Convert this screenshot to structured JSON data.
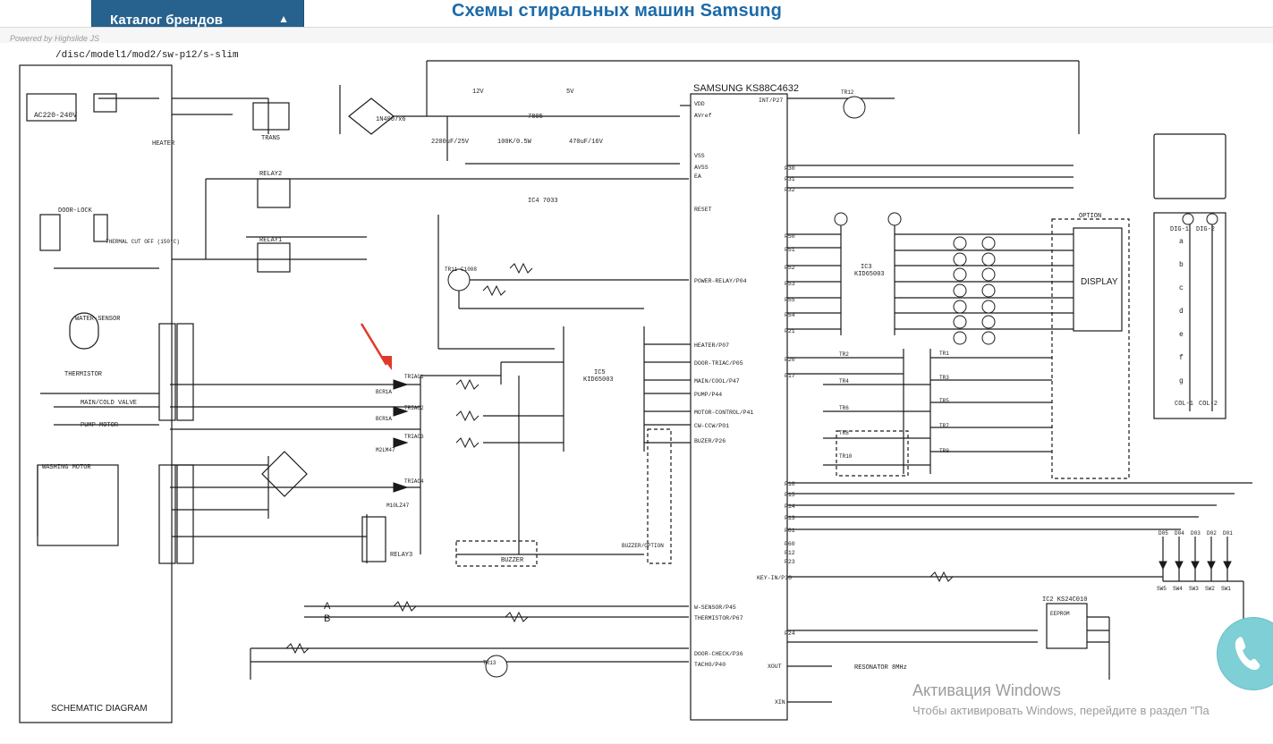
{
  "header": {
    "brand_tab_label": "Каталог брендов",
    "page_title": "Схемы стиральных машин Samsung"
  },
  "viewer": {
    "powered_by": "Powered by Highslide JS"
  },
  "schematic": {
    "path": "/disc/model1/mod2/sw-p12/s-slim",
    "chip_title": "SAMSUNG KS88C4632",
    "diagram_label": "SCHEMATIC DIAGRAM",
    "power_label": "AC220-240V",
    "display_label": "DISPLAY",
    "option_label": "OPTION",
    "heater": "HEATER",
    "door_lock": "DOOR-LOCK",
    "thermal": "THERMAL CUT OFF (150°C)",
    "water_sensor": "WATER-SENSOR",
    "thermistor": "THERMISTOR",
    "main_valve": "MAIN/COLD VALVE",
    "pump_motor": "PUMP-MOTOR",
    "washing_motor": "WASHING MOTOR",
    "relay1": "RELAY1",
    "relay2": "RELAY2",
    "relay3": "RELAY3",
    "trans": "TRANS",
    "ic3": "IC3",
    "ic3_part": "KID65003",
    "ic5": "IC5",
    "ic5_part": "KID65003",
    "ic4": "IC4 7033",
    "ic2": "IC2 KS24C010",
    "eeprom": "EEPROM",
    "resonator": "RESONATOR 8MHz",
    "buzzer": "BUZZER",
    "buzzer_option": "BUZZER/OPTION",
    "dig1": "DIG-1",
    "dig2": "DIG-2",
    "col1": "COL-1",
    "col2": "COL-2",
    "seg_letters": [
      "a",
      "b",
      "c",
      "d",
      "e",
      "f",
      "g"
    ],
    "pins_right": [
      "HEATER/P07",
      "DOOR-TRIAC/P05",
      "MAIN/COOL/P47",
      "PUMP/P44",
      "MOTOR-CONTROL/P41",
      "CW-CCW/P01",
      "BUZER/P26",
      "POWER-RELAY/P04",
      "RESET",
      "W-SENSOR/P45",
      "THERMISTOR/P67",
      "DOOR-CHECK/P36",
      "TACHO/P40",
      "KEY-IN/P36"
    ],
    "pins_left": [
      "VDD",
      "AVref",
      "VSS",
      "AVSS",
      "EA",
      "INT/P27",
      "XOUT",
      "XIN"
    ],
    "ports": [
      "P30",
      "P31",
      "P32",
      "P50",
      "P51",
      "P52",
      "P53",
      "P55",
      "P54",
      "P21",
      "P20",
      "P17",
      "P16",
      "P15",
      "P14",
      "P13",
      "P61",
      "P60",
      "P12",
      "P23",
      "P24"
    ],
    "switches": [
      "SW5",
      "SW4",
      "SW3",
      "SW2",
      "SW1"
    ],
    "diodes": [
      "D05",
      "D04",
      "D03",
      "D02",
      "D01"
    ],
    "triacs": [
      "TRIAC1",
      "TRIAC2",
      "TRIAC3",
      "TRIAC4"
    ],
    "triac_parts": [
      "BCR1A",
      "BCR1A",
      "M2LM47",
      "M10LZ47"
    ],
    "transistors": [
      "TR1",
      "TR2",
      "TR3",
      "TR4",
      "TR5",
      "TR6",
      "TR7",
      "TR8",
      "TR9",
      "TR10",
      "TR11 C1008",
      "TR12",
      "TR13"
    ],
    "zener": "1N4007x6",
    "ce5": "470uF/16V",
    "ce7": "2200uF/25V",
    "tr7": "7805",
    "r44": "100K/0.5W",
    "v12": "12V",
    "v5": "5V",
    "a_label": "A",
    "b_label": "B"
  },
  "watermark": {
    "line1": "Активация Windows",
    "line2": "Чтобы активировать Windows, перейдите в раздел \"Па"
  },
  "colors": {
    "brand_tab": "#27628f",
    "title_blue": "#1c6aa8",
    "chat_teal": "#7fcfd6",
    "ink": "#1a1a1a",
    "arrow_red": "#e0392b"
  }
}
